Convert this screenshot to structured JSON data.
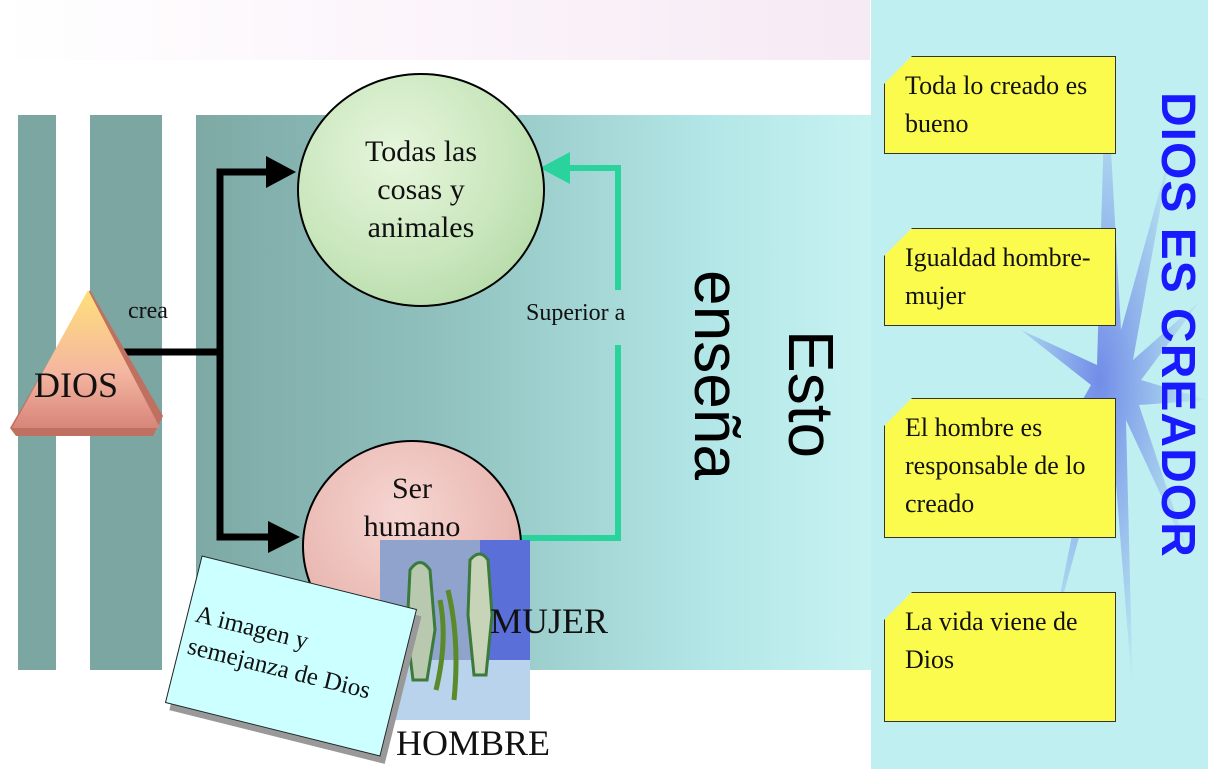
{
  "diagram": {
    "origin_label": "DIOS",
    "create_label": "crea",
    "node_things": "Todas las cosas y animales",
    "node_human": "Ser humano",
    "relation_label": "Superior a",
    "image_card": "A imagen y semejanza de Dios",
    "woman_label": "MUJER",
    "man_label": "HOMBRE",
    "teaches_line1": "Esto",
    "teaches_line2": "enseña"
  },
  "teachings": [
    "Toda lo creado es bueno",
    "Igualdad hombre-mujer",
    "El hombre es responsable de lo creado",
    "La vida viene de Dios"
  ],
  "banner_title": "DIOS ES CREADOR",
  "colors": {
    "note_fill": "#fbfb4e",
    "title_color": "#1a1aff",
    "relation_arrow": "#2bd39c",
    "create_arrow": "#000000",
    "stripe": "#7ca6a2"
  },
  "icons": [
    "triangle-icon",
    "adam-eve-picture"
  ]
}
